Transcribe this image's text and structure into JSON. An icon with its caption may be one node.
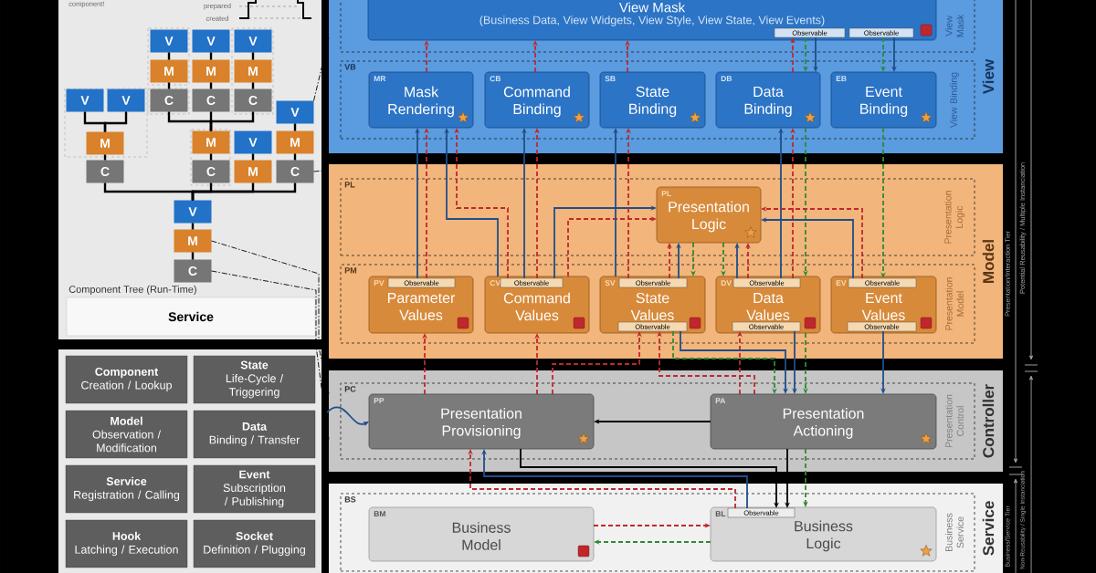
{
  "diagram": {
    "nodes": [
      {
        "text": [
          "View"
        ]
      },
      {
        "text": [
          "View Mask"
        ],
        "in": 0
      },
      {
        "text": [
          "View Mask",
          "(Business Data, View Widgets, View Style, View State, View Events)"
        ],
        "in": 1
      },
      {
        "text": [
          "Observable"
        ],
        "in": 2
      },
      {
        "text": [
          "Observable"
        ],
        "in": 2
      },
      {
        "text": [
          "VB",
          "View Binding"
        ],
        "in": 0
      },
      {
        "text": [
          "MR",
          "Mask Rendering"
        ],
        "in": 5
      },
      {
        "text": [
          "CB",
          "Command Binding"
        ],
        "in": 5
      },
      {
        "text": [
          "SB",
          "State Binding"
        ],
        "in": 5
      },
      {
        "text": [
          "DB",
          "Data Binding"
        ],
        "in": 5
      },
      {
        "text": [
          "EB",
          "Event Binding"
        ],
        "in": 5
      },
      {
        "text": [
          "Model"
        ]
      },
      {
        "text": [
          "PL",
          "Presentation Logic"
        ],
        "in": 11
      },
      {
        "text": [
          "PL",
          "Presentation Logic"
        ],
        "in": 12
      },
      {
        "text": [
          "PM",
          "Presentation Model"
        ],
        "in": 11
      },
      {
        "text": [
          "PV",
          "Parameter Values"
        ],
        "in": 14
      },
      {
        "text": [
          "Observable"
        ],
        "in": 15
      },
      {
        "text": [
          "CV",
          "Command Values"
        ],
        "in": 14
      },
      {
        "text": [
          "Observable"
        ],
        "in": 17
      },
      {
        "text": [
          "SV",
          "State Values"
        ],
        "in": 14
      },
      {
        "text": [
          "Observable"
        ],
        "in": 19
      },
      {
        "text": [
          "Observable"
        ],
        "in": 19
      },
      {
        "text": [
          "DV",
          "Data Values"
        ],
        "in": 14
      },
      {
        "text": [
          "Observable"
        ],
        "in": 22
      },
      {
        "text": [
          "Observable"
        ],
        "in": 22
      },
      {
        "text": [
          "EV",
          "Event Values"
        ],
        "in": 14
      },
      {
        "text": [
          "Observable"
        ],
        "in": 25
      },
      {
        "text": [
          "Observable"
        ],
        "in": 25
      },
      {
        "text": [
          "Controller"
        ]
      },
      {
        "text": [
          "PC",
          "Presentation Control"
        ],
        "in": 28
      },
      {
        "text": [
          "PP",
          "Presentation Provisioning"
        ],
        "in": 29
      },
      {
        "text": [
          "PA",
          "Presentation Actioning"
        ],
        "in": 29
      },
      {
        "text": [
          "Service"
        ]
      },
      {
        "text": [
          "BS",
          "Business Service"
        ],
        "in": 32
      },
      {
        "text": [
          "BM",
          "Business Model"
        ],
        "in": 33
      },
      {
        "text": [
          "BL",
          "Business Logic"
        ],
        "in": 33
      },
      {
        "text": [
          "Observable"
        ],
        "in": 35
      },
      {
        "text": [
          "Component Tree (Run-Time)"
        ]
      },
      {
        "text": [
          "Service"
        ],
        "in": 37
      },
      {
        "text": [
          "V"
        ],
        "in": 37
      },
      {
        "text": [
          "V"
        ],
        "in": 37
      },
      {
        "text": [
          "V"
        ],
        "in": 37
      },
      {
        "text": [
          "M"
        ],
        "in": 37
      },
      {
        "text": [
          "M"
        ],
        "in": 37
      },
      {
        "text": [
          "M"
        ],
        "in": 37
      },
      {
        "text": [
          "C"
        ],
        "in": 37
      },
      {
        "text": [
          "C"
        ],
        "in": 37
      },
      {
        "text": [
          "C"
        ],
        "in": 37
      },
      {
        "text": [
          "V"
        ],
        "in": 37
      },
      {
        "text": [
          "V"
        ],
        "in": 37
      },
      {
        "text": [
          "M"
        ],
        "in": 37
      },
      {
        "text": [
          "C"
        ],
        "in": 37
      },
      {
        "text": [
          "M"
        ],
        "in": 37
      },
      {
        "text": [
          "C"
        ],
        "in": 37
      },
      {
        "text": [
          "V"
        ],
        "in": 37
      },
      {
        "text": [
          "M"
        ],
        "in": 37
      },
      {
        "text": [
          "V"
        ],
        "in": 37
      },
      {
        "text": [
          "M"
        ],
        "in": 37
      },
      {
        "text": [
          "C"
        ],
        "in": 37
      },
      {
        "text": [
          "V"
        ],
        "in": 37
      },
      {
        "text": [
          "M"
        ],
        "in": 37
      },
      {
        "text": [
          "C"
        ],
        "in": 37
      },
      {
        "text": [
          "Component",
          "Creation / Lookup"
        ]
      },
      {
        "text": [
          "State",
          "Life-Cycle / Triggering"
        ]
      },
      {
        "text": [
          "Model",
          "Observation / Modification"
        ]
      },
      {
        "text": [
          "Data",
          "Binding / Transfer"
        ]
      },
      {
        "text": [
          "Service",
          "Registration / Calling"
        ]
      },
      {
        "text": [
          "Event",
          "Subscription / Publishing"
        ]
      },
      {
        "text": [
          "Hook",
          "Latching / Execution"
        ]
      },
      {
        "text": [
          "Socket",
          "Definition / Plugging"
        ]
      }
    ],
    "edges": [
      {
        "from": 6,
        "to": 2,
        "arrow": "to",
        "style": "dashed",
        "color": "#c1272d"
      },
      {
        "from": 7,
        "to": 2,
        "arrow": "to",
        "style": "dashed",
        "color": "#c1272d"
      },
      {
        "from": 8,
        "to": 2,
        "arrow": "to",
        "style": "dashed",
        "color": "#c1272d"
      },
      {
        "from": 9,
        "to": 3,
        "arrow": "to",
        "style": "dashed",
        "color": "#c1272d"
      },
      {
        "from": 3,
        "to": 9,
        "arrow": "to",
        "style": "dashed",
        "color": "#2e8b35"
      },
      {
        "from": 3,
        "to": 9,
        "arrow": "to",
        "color": "#1f4e8c"
      },
      {
        "from": 4,
        "to": 10,
        "arrow": "to",
        "style": "dashed",
        "color": "#2e8b35"
      },
      {
        "from": 4,
        "to": 10,
        "arrow": "to",
        "color": "#1f4e8c"
      },
      {
        "from": 16,
        "to": 6,
        "arrow": "to",
        "color": "#1f4e8c"
      },
      {
        "from": 16,
        "to": 6,
        "arrow": "to",
        "style": "dashed",
        "color": "#c1272d"
      },
      {
        "from": 17,
        "to": 6,
        "arrow": "to",
        "color": "#1f4e8c"
      },
      {
        "from": 18,
        "to": 6,
        "arrow": "to",
        "style": "dashed",
        "color": "#c1272d"
      },
      {
        "from": 18,
        "to": 7,
        "arrow": "to",
        "color": "#1f4e8c"
      },
      {
        "from": 18,
        "to": 7,
        "arrow": "to",
        "style": "dashed",
        "color": "#c1272d"
      },
      {
        "from": 18,
        "to": 13,
        "arrow": "to",
        "color": "#1f4e8c"
      },
      {
        "from": 17,
        "to": 13,
        "arrow": "to",
        "style": "dashed",
        "color": "#c1272d"
      },
      {
        "from": 19,
        "to": 8,
        "arrow": "to",
        "color": "#1f4e8c"
      },
      {
        "from": 20,
        "to": 8,
        "arrow": "to",
        "style": "dashed",
        "color": "#c1272d"
      },
      {
        "from": 20,
        "to": 13,
        "arrow": "to",
        "style": "dashed",
        "color": "#c1272d"
      },
      {
        "from": 20,
        "to": 13,
        "arrow": "to",
        "color": "#1f4e8c"
      },
      {
        "from": 13,
        "to": 19,
        "arrow": "to",
        "style": "dashed",
        "color": "#2e8b35"
      },
      {
        "from": 13,
        "to": 22,
        "arrow": "to",
        "style": "dashed",
        "color": "#2e8b35"
      },
      {
        "from": 23,
        "to": 13,
        "arrow": "to",
        "color": "#1f4e8c"
      },
      {
        "from": 23,
        "to": 13,
        "arrow": "to",
        "style": "dashed",
        "color": "#c1272d"
      },
      {
        "from": 23,
        "to": 9,
        "arrow": "to",
        "color": "#1f4e8c"
      },
      {
        "from": 23,
        "to": 9,
        "arrow": "to",
        "style": "dashed",
        "color": "#c1272d"
      },
      {
        "from": 9,
        "to": 22,
        "arrow": "to",
        "style": "dashed",
        "color": "#2e8b35"
      },
      {
        "from": 26,
        "to": 13,
        "arrow": "to",
        "color": "#1f4e8c"
      },
      {
        "from": 26,
        "to": 13,
        "arrow": "to",
        "style": "dashed",
        "color": "#c1272d"
      },
      {
        "from": 10,
        "to": 26,
        "arrow": "to",
        "style": "dashed",
        "color": "#2e8b35"
      },
      {
        "from": 30,
        "to": 15,
        "arrow": "to",
        "style": "dashed",
        "color": "#c1272d"
      },
      {
        "from": 30,
        "to": 17,
        "arrow": "to",
        "style": "dashed",
        "color": "#c1272d"
      },
      {
        "from": 30,
        "to": 21,
        "arrow": "to",
        "style": "dashed",
        "color": "#c1272d"
      },
      {
        "from": 31,
        "to": 21,
        "arrow": "to",
        "style": "dashed",
        "color": "#c1272d"
      },
      {
        "from": 31,
        "to": 24,
        "arrow": "to",
        "style": "dashed",
        "color": "#c1272d"
      },
      {
        "from": 21,
        "to": 31,
        "arrow": "to",
        "color": "#1f4e8c"
      },
      {
        "from": 21,
        "to": 31,
        "arrow": "to",
        "style": "dashed",
        "color": "#2e8b35"
      },
      {
        "from": 24,
        "to": 31,
        "arrow": "to",
        "color": "#1f4e8c"
      },
      {
        "from": 22,
        "to": 31,
        "arrow": "to",
        "style": "dashed",
        "color": "#2e8b35"
      },
      {
        "from": 27,
        "to": 31,
        "arrow": "to",
        "color": "#1f4e8c"
      },
      {
        "from": 31,
        "to": 30,
        "arrow": "to"
      },
      {
        "from": 30,
        "to": 36,
        "arrow": "to"
      },
      {
        "from": 31,
        "to": 36,
        "arrow": "to"
      },
      {
        "from": 31,
        "to": 35,
        "arrow": "to",
        "style": "dashed",
        "color": "#2e8b35"
      },
      {
        "from": 36,
        "to": 30,
        "arrow": "to",
        "color": "#1f4e8c"
      },
      {
        "from": 36,
        "to": 30,
        "arrow": "to",
        "style": "dashed",
        "color": "#c1272d"
      },
      {
        "from": 34,
        "to": 35,
        "arrow": "to",
        "style": "dashed",
        "color": "#c1272d"
      },
      {
        "from": 35,
        "to": 34,
        "arrow": "to",
        "style": "dashed",
        "color": "#2e8b35"
      },
      {
        "from": null,
        "to": 30,
        "arrow": "to",
        "color": "#1f4e8c"
      },
      {
        "from": 39,
        "to": 42,
        "arrow": "none"
      },
      {
        "from": 42,
        "to": 45,
        "arrow": "none"
      },
      {
        "from": 40,
        "to": 43,
        "arrow": "none"
      },
      {
        "from": 43,
        "to": 46,
        "arrow": "none"
      },
      {
        "from": 41,
        "to": 44,
        "arrow": "none"
      },
      {
        "from": 44,
        "to": 47,
        "arrow": "none"
      },
      {
        "from": 45,
        "to": 52,
        "arrow": "none"
      },
      {
        "from": 46,
        "to": 52,
        "arrow": "none"
      },
      {
        "from": 47,
        "to": 52,
        "arrow": "none"
      },
      {
        "from": 48,
        "to": 50,
        "arrow": "none"
      },
      {
        "from": 49,
        "to": 50,
        "arrow": "none"
      },
      {
        "from": 50,
        "to": 51,
        "arrow": "none"
      },
      {
        "from": 52,
        "to": 53,
        "arrow": "none"
      },
      {
        "from": 54,
        "to": 55,
        "arrow": "none"
      },
      {
        "from": 56,
        "to": 57,
        "arrow": "none"
      },
      {
        "from": 57,
        "to": 58,
        "arrow": "none"
      },
      {
        "from": 51,
        "to": 59,
        "arrow": "none"
      },
      {
        "from": 53,
        "to": 59,
        "arrow": "none"
      },
      {
        "from": 55,
        "to": 59,
        "arrow": "none"
      },
      {
        "from": 58,
        "to": 59,
        "arrow": "none"
      },
      {
        "from": 59,
        "to": 60,
        "arrow": "none"
      },
      {
        "from": 60,
        "to": 61,
        "arrow": "none"
      },
      {
        "from": 56,
        "to": 0,
        "arrow": "none",
        "style": "dashed"
      },
      {
        "from": 58,
        "to": 11,
        "arrow": "none",
        "style": "dashed"
      },
      {
        "from": 60,
        "to": 28,
        "arrow": "none",
        "style": "dashed"
      },
      {
        "from": 61,
        "to": 28,
        "arrow": "none",
        "style": "dashed"
      }
    ],
    "labels": [
      "component!",
      "prepared",
      "created",
      "Presentation/Interaction Tier",
      "Potential Reusability / Multiple Instanciation",
      "Business/Service Tier",
      "Non-Reusability / Single Instanciation"
    ]
  }
}
